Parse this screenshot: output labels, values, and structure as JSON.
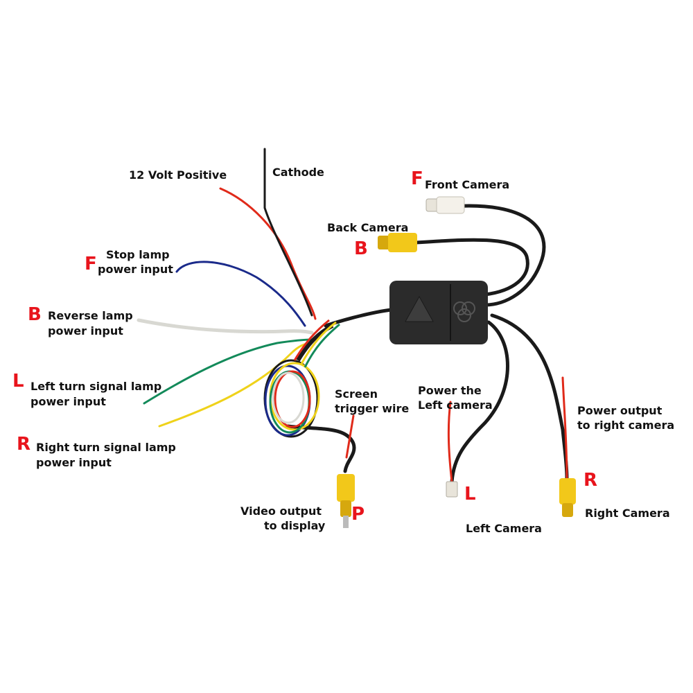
{
  "labels": {
    "positive_12v": "12 Volt Positive",
    "cathode": "Cathode",
    "front_camera": "Front Camera",
    "back_camera": "Back Camera",
    "stop_lamp_1": "Stop lamp",
    "stop_lamp_2": "power input",
    "reverse_lamp_1": "Reverse lamp",
    "reverse_lamp_2": "power input",
    "left_turn_1": "Left turn signal lamp",
    "left_turn_2": "power input",
    "right_turn_1": "Right turn signal lamp",
    "right_turn_2": "power input",
    "screen_trigger_1": "Screen",
    "screen_trigger_2": "trigger wire",
    "power_left_1": "Power the",
    "power_left_2": "Left camera",
    "power_right_1": "Power output",
    "power_right_2": "to right camera",
    "video_output_1": "Video output",
    "video_output_2": "to display",
    "left_camera": "Left Camera",
    "right_camera": "Right Camera"
  },
  "tags": {
    "front": "F",
    "back": "B",
    "stop": "F",
    "reverse": "B",
    "left_turn": "L",
    "right_turn": "R",
    "video": "P",
    "left_cam": "L",
    "right_cam": "R"
  },
  "colors": {
    "tag_red": "#e8141c",
    "wire_black": "#1a1a1a",
    "wire_red": "#e02a1a",
    "wire_blue": "#1a2a8a",
    "wire_white": "#d8d8d2",
    "wire_green": "#138a5a",
    "wire_yellow": "#efd21a",
    "rca_yellow": "#f2c81a",
    "module_body": "#2b2b2b"
  }
}
